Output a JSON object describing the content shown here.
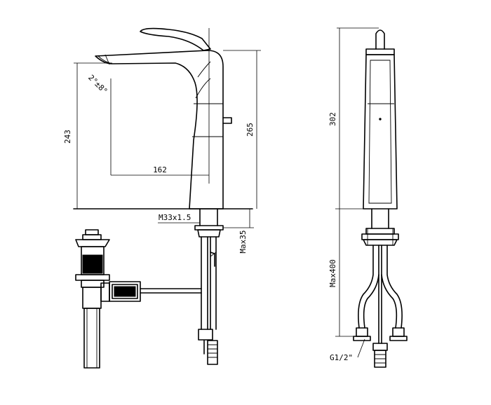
{
  "drawing": {
    "views": [
      "side-view",
      "front-view"
    ],
    "dimensions": {
      "spout_height": "243",
      "spout_reach": "162",
      "body_height": "265",
      "total_height": "302",
      "thread": "M33x1.5",
      "max_deck_thickness": "Max35",
      "max_hose_length": "Max400",
      "inlet_connection": "G1/2\"",
      "temperature_mark": "2°±8°"
    }
  }
}
